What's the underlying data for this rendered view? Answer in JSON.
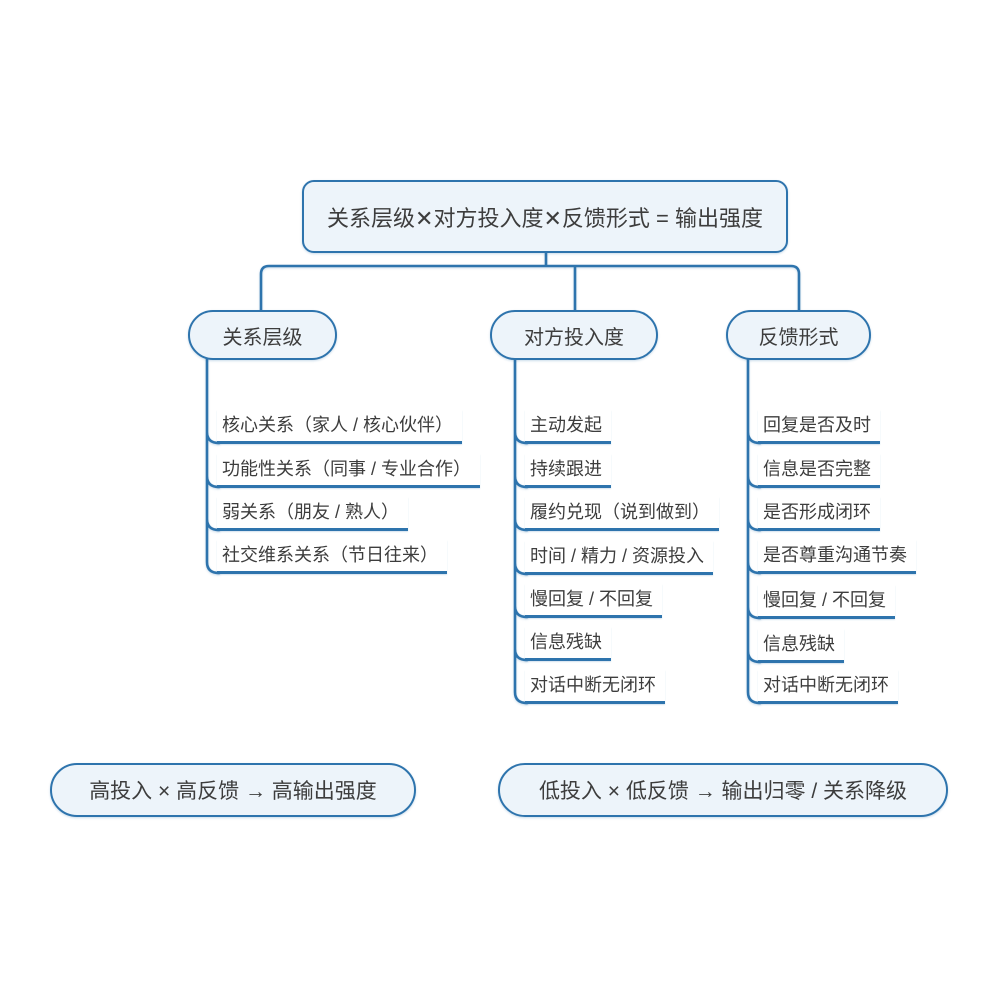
{
  "colors": {
    "line": "#2e74ad",
    "node_fill": "#edf4fa",
    "text": "#3d3d3d",
    "background": "#ffffff"
  },
  "root": {
    "text": "关系层级✕对方投入度✕反馈形式 = 输出强度"
  },
  "branches": [
    {
      "label": "关系层级",
      "children": [
        "核心关系（家人 / 核心伙伴）",
        "功能性关系（同事 / 专业合作）",
        "弱关系（朋友 / 熟人）",
        "社交维系关系（节日往来）"
      ]
    },
    {
      "label": "对方投入度",
      "children": [
        "主动发起",
        "持续跟进",
        "履约兑现（说到做到）",
        "时间 / 精力 / 资源投入",
        "慢回复 / 不回复",
        "信息残缺",
        "对话中断无闭环"
      ]
    },
    {
      "label": "反馈形式",
      "children": [
        "回复是否及时",
        "信息是否完整",
        "是否形成闭环",
        "是否尊重沟通节奏",
        "慢回复 / 不回复",
        "信息残缺",
        "对话中断无闭环"
      ]
    }
  ],
  "notes": [
    {
      "text": "高投入 × 高反馈 → 高输出强度"
    },
    {
      "text": "低投入 × 低反馈 → 输出归零 / 关系降级"
    }
  ]
}
